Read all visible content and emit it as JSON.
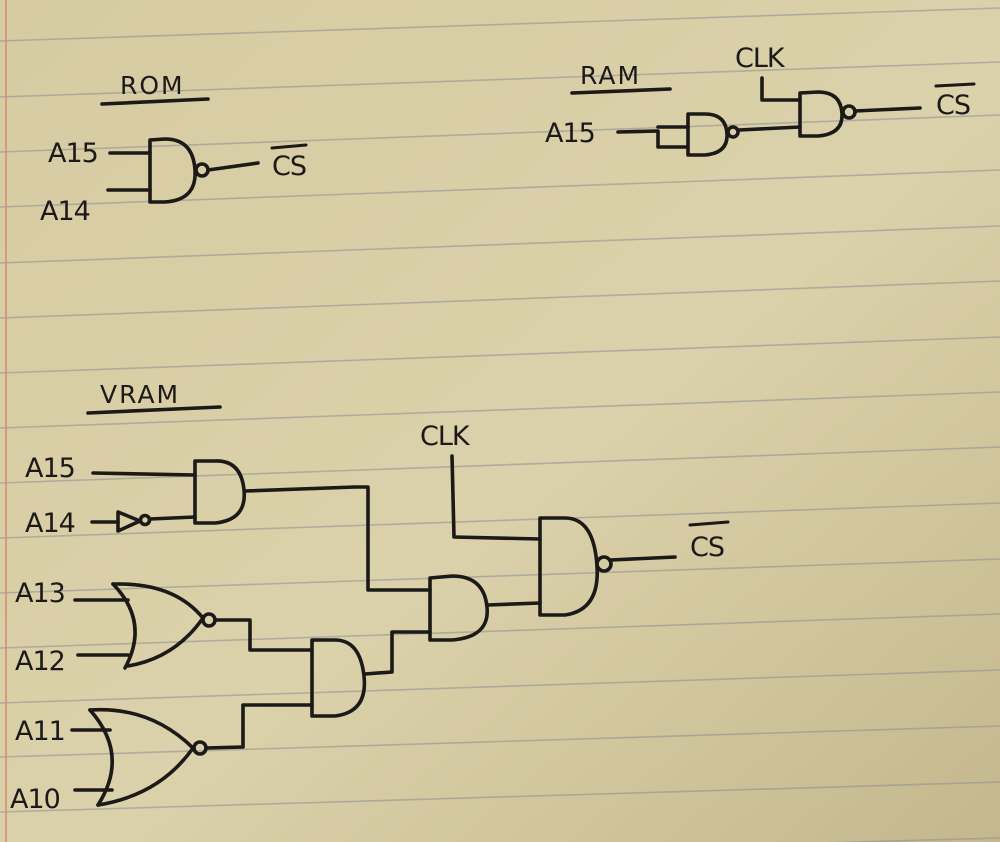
{
  "rom": {
    "title": "ROM",
    "inputs": [
      "A15",
      "A14"
    ],
    "output": "CS"
  },
  "ram": {
    "title": "RAM",
    "clock": "CLK",
    "inputs": [
      "A15"
    ],
    "output": "CS"
  },
  "vram": {
    "title": "VRAM",
    "clock": "CLK",
    "inputs": [
      "A15",
      "A14",
      "A13",
      "A12",
      "A11",
      "A10"
    ],
    "output": "CS"
  }
}
